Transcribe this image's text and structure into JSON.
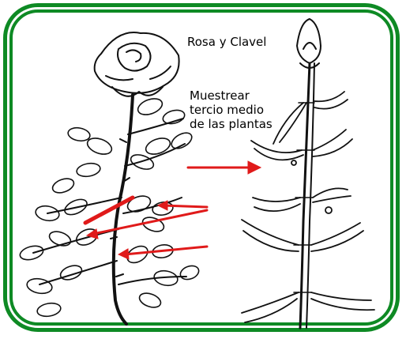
{
  "title": "Rosa y Clavel",
  "instruction_lines": [
    "Muestrear",
    "tercio medio",
    "de las plantas"
  ],
  "colors": {
    "frame": "#0e8a24",
    "arrow": "#e01a1a",
    "ink": "#111111"
  },
  "illustrations": [
    "rose-plant",
    "carnation-plant"
  ]
}
